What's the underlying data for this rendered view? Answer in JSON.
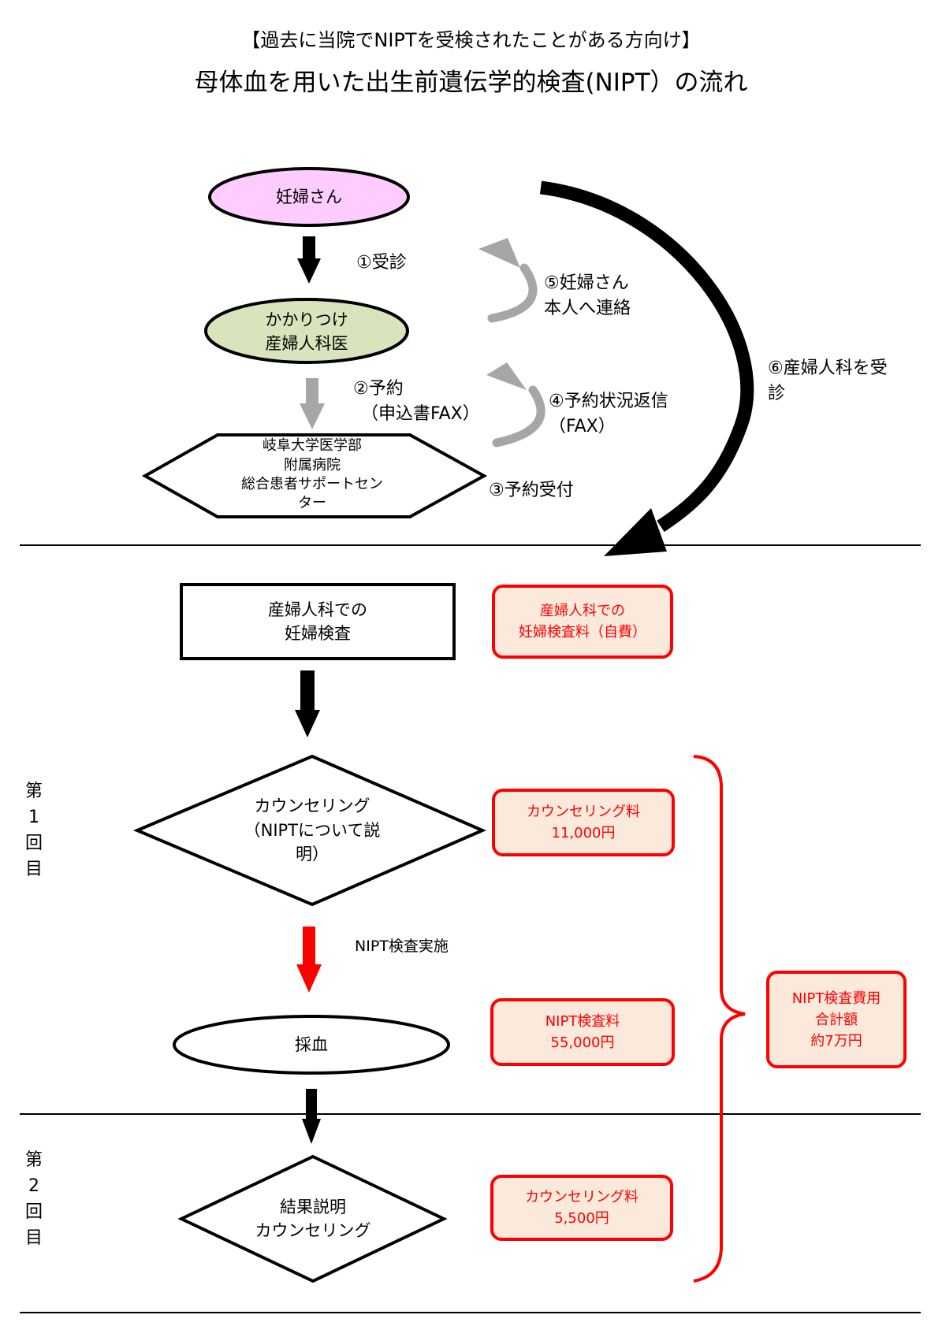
{
  "header": {
    "subtitle": "【過去に当院でNIPTを受検されたことがある方向け】",
    "title": "母体血を用いた出生前遺伝学的検査(NIPT）の流れ"
  },
  "colors": {
    "patient_fill": "#ffccff",
    "clinic_fill": "#d8e4bc",
    "cost_border": "#ff0000",
    "cost_fill": "#fbe9dc",
    "gray_arrow": "#a6a6a6",
    "red_arrow": "#ff0000"
  },
  "referral": {
    "patient": "妊婦さん",
    "clinic_line1": "かかりつけ",
    "clinic_line2": "産婦人科医",
    "center_line1": "岐阜大学医学部",
    "center_line2": "附属病院",
    "center_line3": "総合患者サポートセン",
    "center_line4": "ター",
    "step1": "①受診",
    "step2_line1": "②予約",
    "step2_line2": "（申込書FAX）",
    "step3": "③予約受付",
    "step4_line1": "④予約状況返信",
    "step4_line2": "（FAX）",
    "step5_line1": "⑤妊婦さん",
    "step5_line2": "本人へ連絡",
    "step6_line1": "⑥産婦人科を受",
    "step6_line2": "診"
  },
  "flow": {
    "exam_line1": "産婦人科での",
    "exam_line2": "妊婦検査",
    "counseling1_line1": "カウンセリング",
    "counseling1_line2": "（NIPTについて説",
    "counseling1_line3": "明）",
    "nipt_label": "NIPT検査実施",
    "blood_draw": "採血",
    "result_line1": "結果説明",
    "result_line2": "カウンセリング"
  },
  "sessions": {
    "first": [
      "第",
      "1",
      "回",
      "目"
    ],
    "second": [
      "第",
      "2",
      "回",
      "目"
    ]
  },
  "costs": {
    "exam_fee_line1": "産婦人科での",
    "exam_fee_line2": "妊婦検査料（自費）",
    "counseling1_fee_line1": "カウンセリング料",
    "counseling1_fee_line2": "11,000円",
    "nipt_fee_line1": "NIPT検査料",
    "nipt_fee_line2": "55,000円",
    "counseling2_fee_line1": "カウンセリング料",
    "counseling2_fee_line2": "5,500円",
    "total_line1": "NIPT検査費用",
    "total_line2": "合計額",
    "total_line3": "約7万円"
  }
}
